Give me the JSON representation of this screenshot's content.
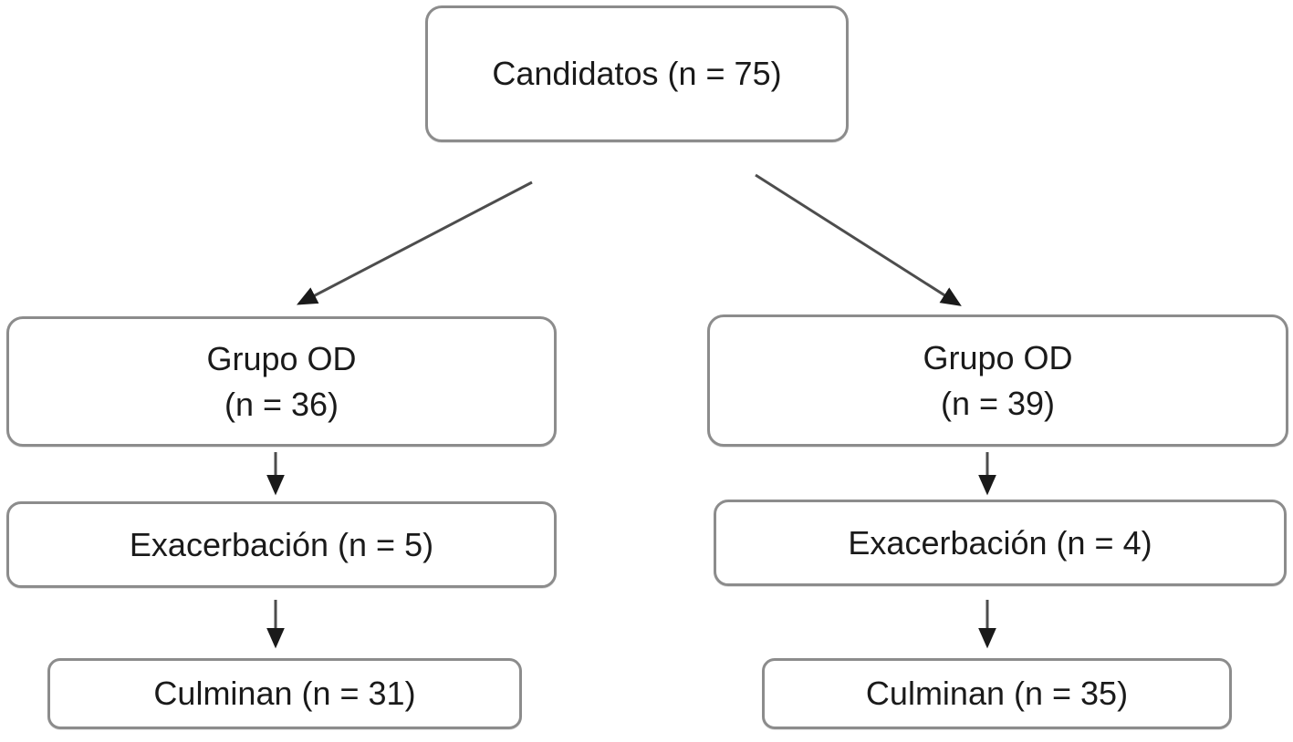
{
  "diagram": {
    "type": "flowchart",
    "background_color": "#ffffff",
    "box_border_color": "#8c8c8c",
    "text_color": "#1a1a1a",
    "arrow_line_color": "#4d4d4d",
    "arrowhead_color": "#1a1a1a",
    "nodes": {
      "candidatos": {
        "label": "Candidatos (n = 75)"
      },
      "grupo_left": {
        "line1": "Grupo OD",
        "line2": "(n = 36)"
      },
      "grupo_right": {
        "line1": "Grupo OD",
        "line2": "(n = 39)"
      },
      "exacerbacion_left": {
        "label": "Exacerbación (n = 5)"
      },
      "exacerbacion_right": {
        "label": "Exacerbación (n = 4)"
      },
      "culminan_left": {
        "label": "Culminan (n = 31)"
      },
      "culminan_right": {
        "label": "Culminan (n = 35)"
      }
    },
    "edges": [
      {
        "from": "candidatos",
        "to": "grupo_left"
      },
      {
        "from": "candidatos",
        "to": "grupo_right"
      },
      {
        "from": "grupo_left",
        "to": "exacerbacion_left"
      },
      {
        "from": "exacerbacion_left",
        "to": "culminan_left"
      },
      {
        "from": "grupo_right",
        "to": "exacerbacion_right"
      },
      {
        "from": "exacerbacion_right",
        "to": "culminan_right"
      }
    ]
  }
}
